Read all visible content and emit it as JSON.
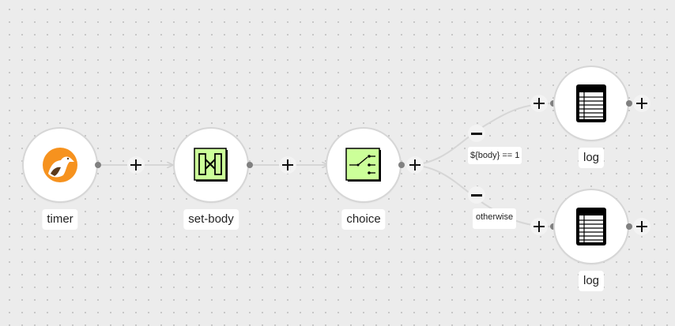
{
  "nodes": [
    {
      "id": "timer",
      "label": "timer",
      "icon": "camel-icon"
    },
    {
      "id": "set-body",
      "label": "set-body",
      "icon": "set-body-icon"
    },
    {
      "id": "choice",
      "label": "choice",
      "icon": "choice-icon"
    },
    {
      "id": "log-when",
      "label": "log",
      "icon": "log-icon"
    },
    {
      "id": "log-otherwise",
      "label": "log",
      "icon": "log-icon"
    }
  ],
  "branches": {
    "when": {
      "condition": "${body} == 1"
    },
    "otherwise": {
      "condition": "otherwise"
    }
  },
  "colors": {
    "canvas": "#ececec",
    "edge": "#d6d6d6",
    "port": "#808080",
    "eip_green": "#ccff99",
    "camel_orange": "#f6921e"
  }
}
